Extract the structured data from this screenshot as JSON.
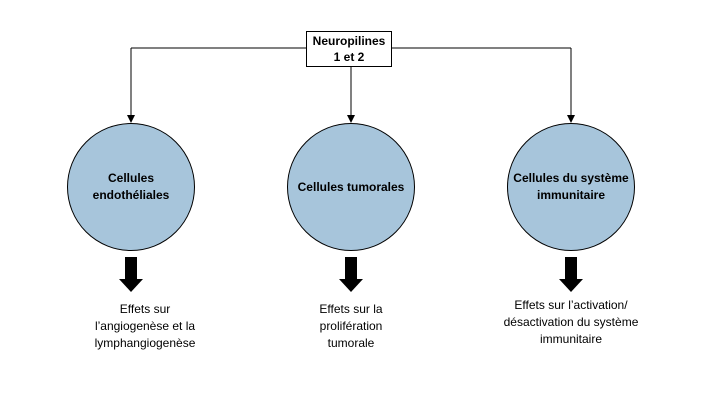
{
  "root": {
    "lines": [
      "Neuropilines",
      "1 et 2"
    ]
  },
  "branches": [
    {
      "circle_lines": [
        "Cellules endothéliales"
      ],
      "effect_lines": [
        "Effets sur",
        "l’angiogenèse et la",
        "lymphangiogenèse"
      ]
    },
    {
      "circle_lines": [
        "Cellules tumorales"
      ],
      "effect_lines": [
        "Effets sur la",
        "prolifération",
        "tumorale"
      ]
    },
    {
      "circle_lines": [
        "Cellules du système",
        "immunitaire"
      ],
      "effect_lines": [
        "Effets sur l’activation/",
        "désactivation du système",
        "immunitaire"
      ]
    }
  ],
  "colors": {
    "circle_fill": "#a7c5db",
    "stroke": "#000000"
  }
}
